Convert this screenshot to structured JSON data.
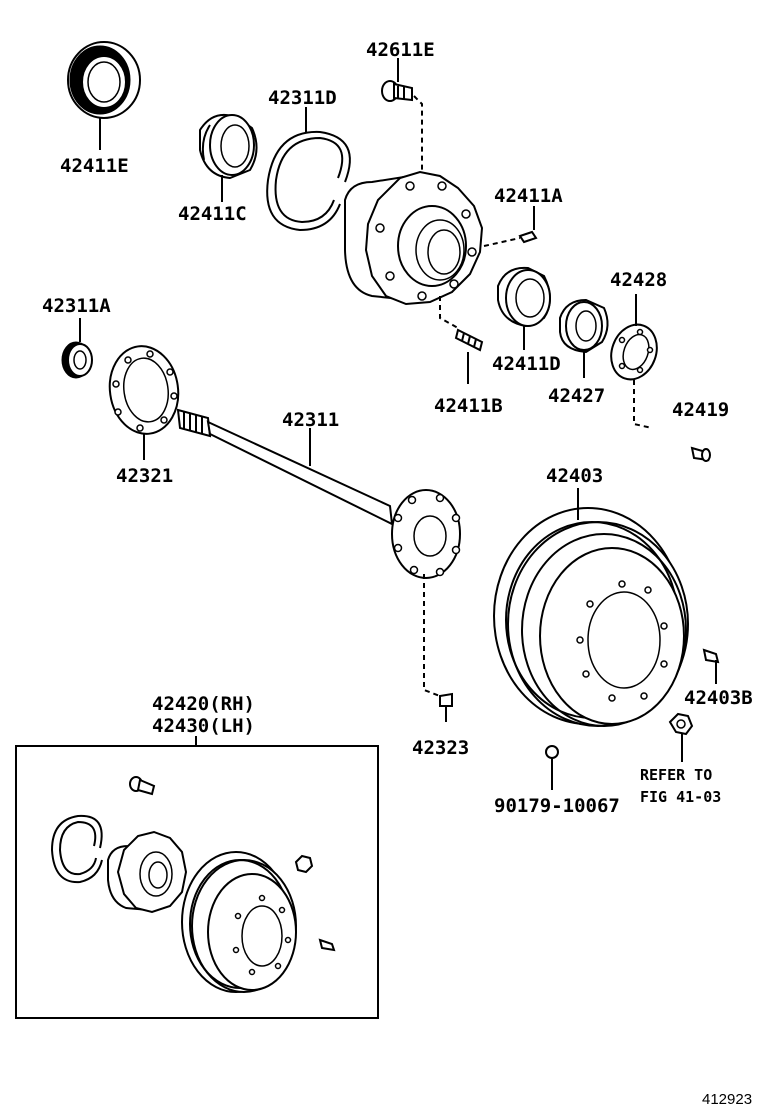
{
  "labels": {
    "p_42611E": "42611E",
    "p_42311D": "42311D",
    "p_42411E": "42411E",
    "p_42411C": "42411C",
    "p_42411A": "42411A",
    "p_42311A": "42311A",
    "p_42428": "42428",
    "p_42411D": "42411D",
    "p_42427": "42427",
    "p_42411B": "42411B",
    "p_42419": "42419",
    "p_42311": "42311",
    "p_42321": "42321",
    "p_42403": "42403",
    "p_42403B": "42403B",
    "p_42323": "42323",
    "p_90179": "90179-10067",
    "refer_line1": "REFER TO",
    "refer_line2": "FIG 41-03",
    "assy_rh": "42420(RH)",
    "assy_lh": "42430(LH)"
  },
  "diagram_id": "412923"
}
